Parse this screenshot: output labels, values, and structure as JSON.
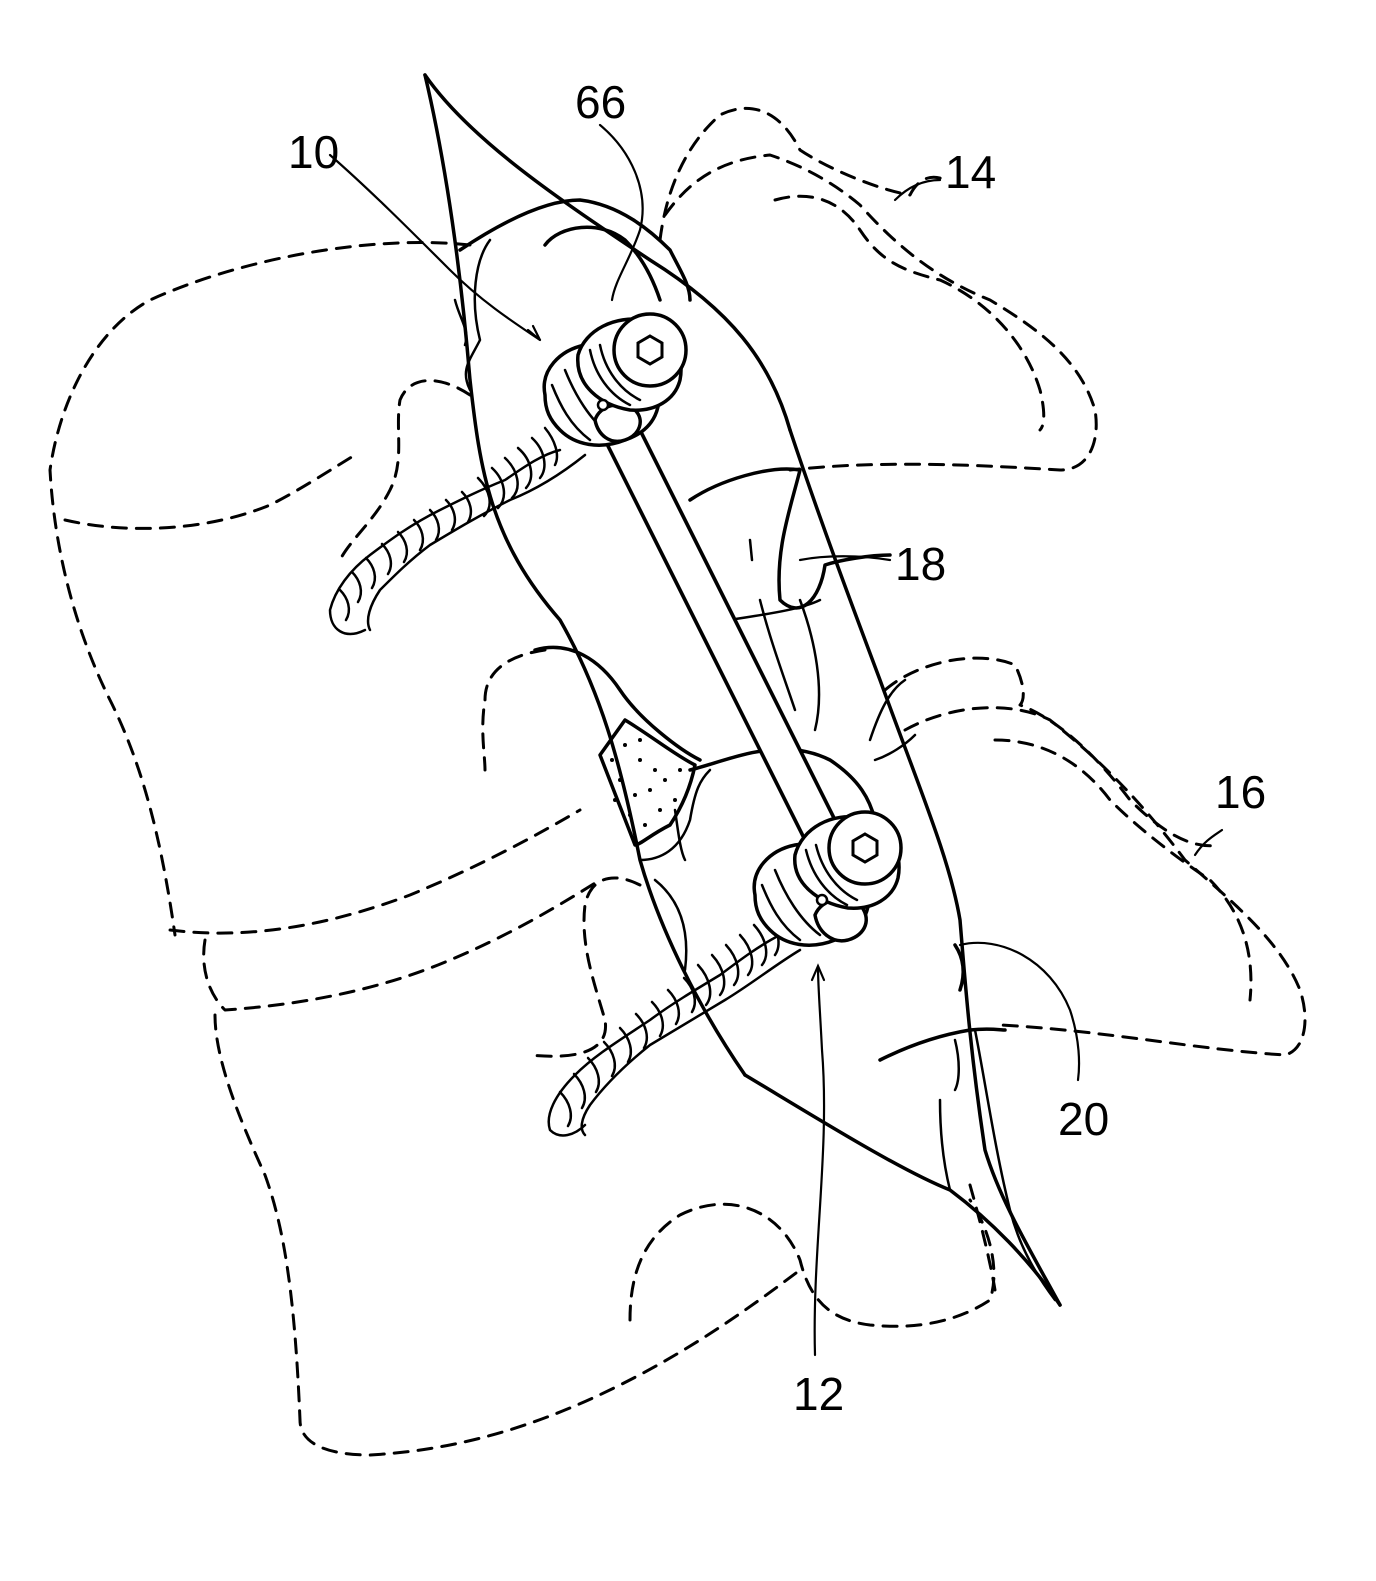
{
  "figure": {
    "reference_numerals": {
      "r10": "10",
      "r66": "66",
      "r14": "14",
      "r18": "18",
      "r16": "16",
      "r20": "20",
      "r12": "12"
    },
    "elements": {
      "upper_vertebra": "14",
      "lower_vertebra": "16",
      "rod": "18",
      "upper_screw_assembly": "10",
      "lower_screw_assembly": "12",
      "screw_head_component": "66",
      "tissue_opening": "20"
    }
  }
}
